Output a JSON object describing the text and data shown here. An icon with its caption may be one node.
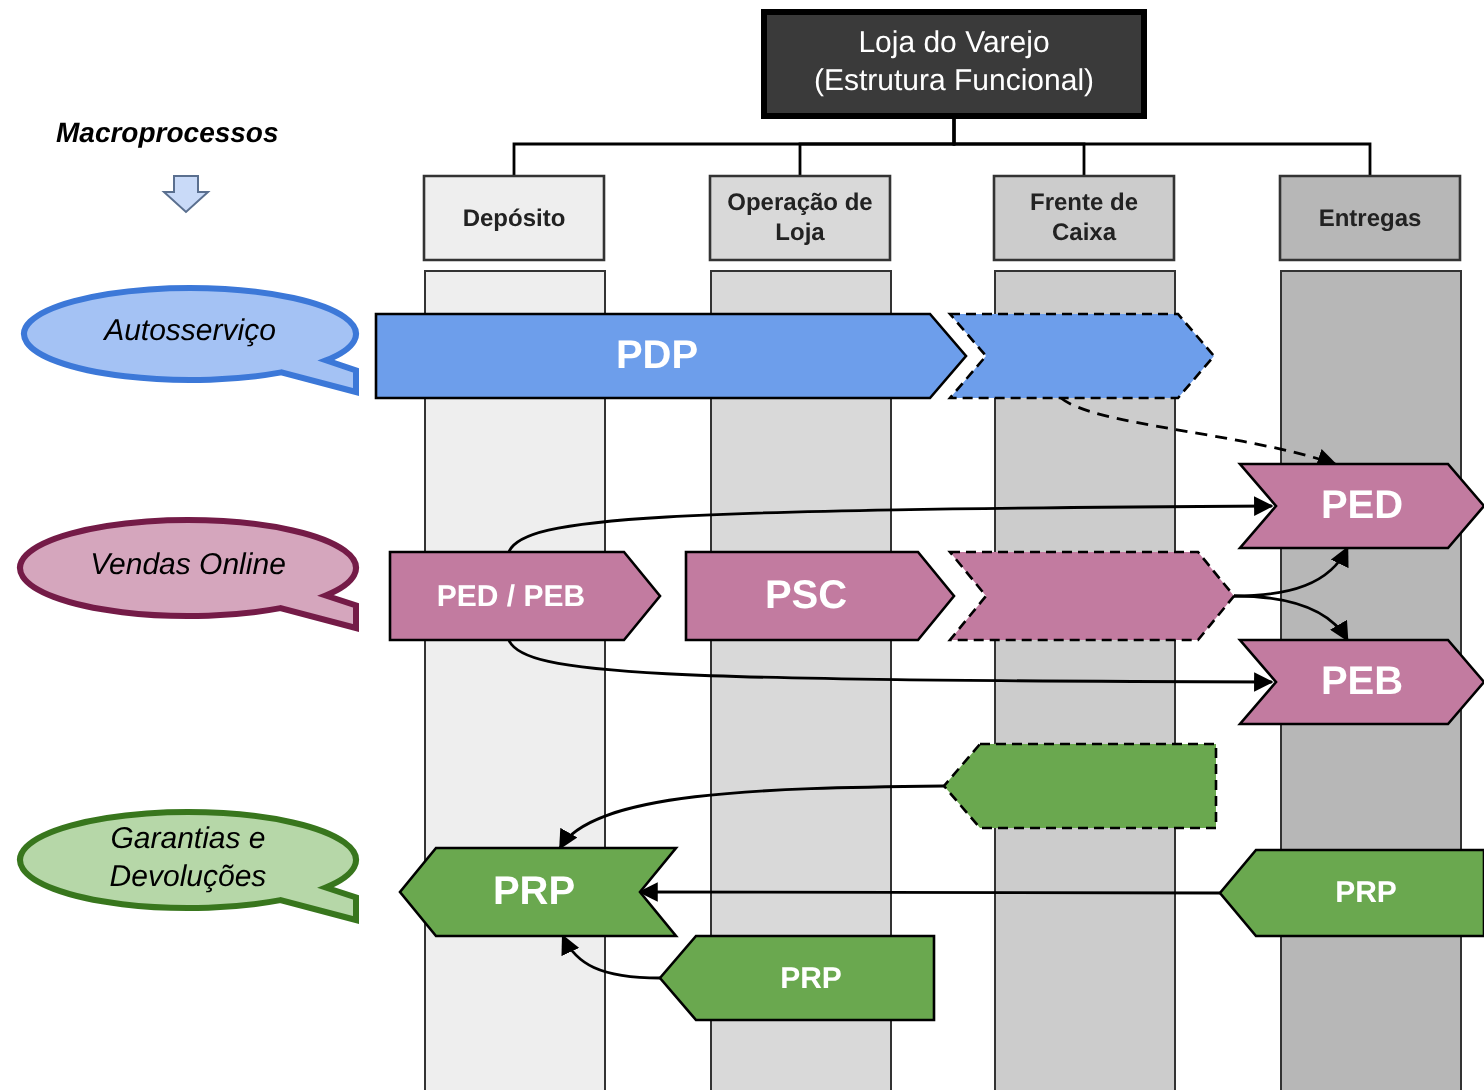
{
  "diagram": {
    "nodes": [
      {
        "text": [
          "Loja do Varejo (Estrutura Funcional)"
        ]
      },
      {
        "text": [
          "Depósito"
        ]
      },
      {
        "text": [
          "Operação de Loja"
        ]
      },
      {
        "text": [
          "Frente de Caixa"
        ]
      },
      {
        "text": [
          "Entregas"
        ]
      },
      {
        "text": [
          "Autosserviço"
        ]
      },
      {
        "text": [
          "PDP"
        ]
      },
      {
        "text": [],
        "shape": "arrow"
      },
      {
        "text": [
          "Vendas Online"
        ]
      },
      {
        "text": [
          "PED"
        ]
      },
      {
        "text": [
          "PED / PEB"
        ]
      },
      {
        "text": [
          "PSC"
        ]
      },
      {
        "text": [],
        "shape": "arrow"
      },
      {
        "text": [
          "PEB"
        ]
      },
      {
        "text": [
          "Garantias e Devoluções"
        ]
      },
      {
        "text": [],
        "shape": "arrow"
      },
      {
        "text": [
          "PRP"
        ]
      },
      {
        "text": [
          "PRP"
        ]
      },
      {
        "text": [
          "PRP"
        ]
      }
    ],
    "edges": [
      {
        "from": 0,
        "to": 1,
        "arrow": "none"
      },
      {
        "from": 0,
        "to": 2,
        "arrow": "none"
      },
      {
        "from": 0,
        "to": 3,
        "arrow": "none"
      },
      {
        "from": 0,
        "to": 4,
        "arrow": "none"
      },
      {
        "from": 7,
        "to": 9,
        "arrow": "to",
        "style": "dashed"
      },
      {
        "from": 10,
        "to": 9,
        "arrow": "to"
      },
      {
        "from": 10,
        "to": 13,
        "arrow": "to"
      },
      {
        "from": 12,
        "to": 9,
        "arrow": "to"
      },
      {
        "from": 12,
        "to": 13,
        "arrow": "to"
      },
      {
        "from": 15,
        "to": 16,
        "arrow": "to"
      },
      {
        "from": 17,
        "to": 16,
        "arrow": "to"
      },
      {
        "from": 18,
        "to": 16,
        "arrow": "to"
      }
    ],
    "labels": [
      "Macroprocessos"
    ]
  }
}
